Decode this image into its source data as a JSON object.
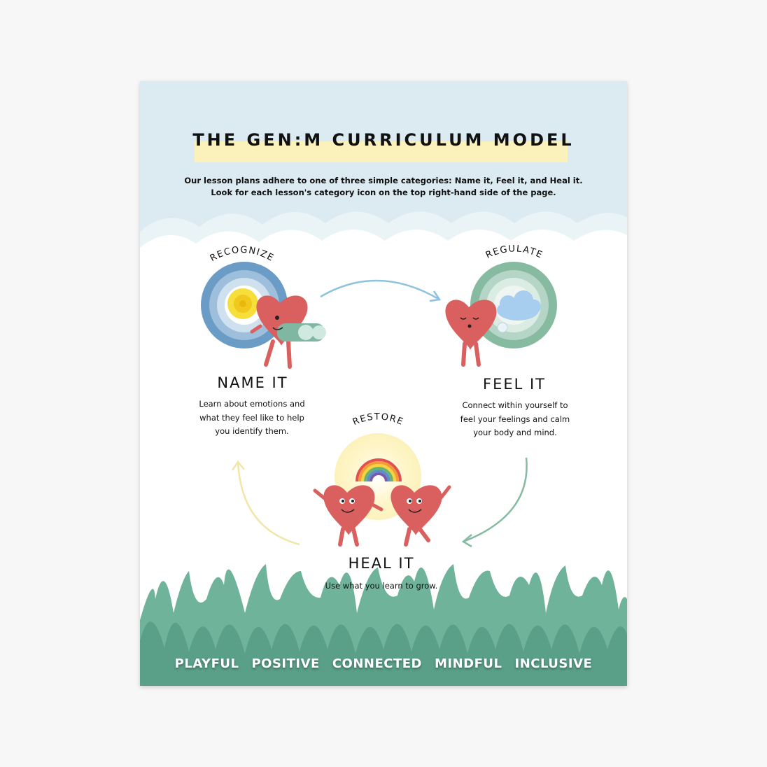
{
  "header": {
    "title": "THE GEN:M CURRICULUM MODEL",
    "intro_line1": "Our lesson plans adhere to one of three simple categories: Name it, Feel it, and Heal it.",
    "intro_line2": "Look for each lesson's category icon on the top right-hand side of the page."
  },
  "categories": [
    {
      "arc_label": "RECOGNIZE",
      "title": "NAME IT",
      "desc_lines": [
        "Learn about emotions and",
        "what they feel like to help",
        "you identify them."
      ]
    },
    {
      "arc_label": "REGULATE",
      "title": "FEEL IT",
      "desc_lines": [
        "Connect within yourself to",
        "feel your feelings and calm",
        "your body and mind."
      ]
    },
    {
      "arc_label": "RESTORE",
      "title": "HEAL IT",
      "desc_lines": [
        "Use what you learn to grow."
      ]
    }
  ],
  "footer": {
    "values": [
      "PLAYFUL",
      "POSITIVE",
      "CONNECTED",
      "MINDFUL",
      "INCLUSIVE"
    ]
  },
  "colors": {
    "sky": "#dcebf1",
    "title_highlight": "#fbf2bb",
    "grass": "#5ea58c",
    "heart": "#d9605f",
    "name_ring": "#6a9cc6",
    "feel_ring": "#86bba2",
    "heal_glow": "#fbf2bb"
  }
}
